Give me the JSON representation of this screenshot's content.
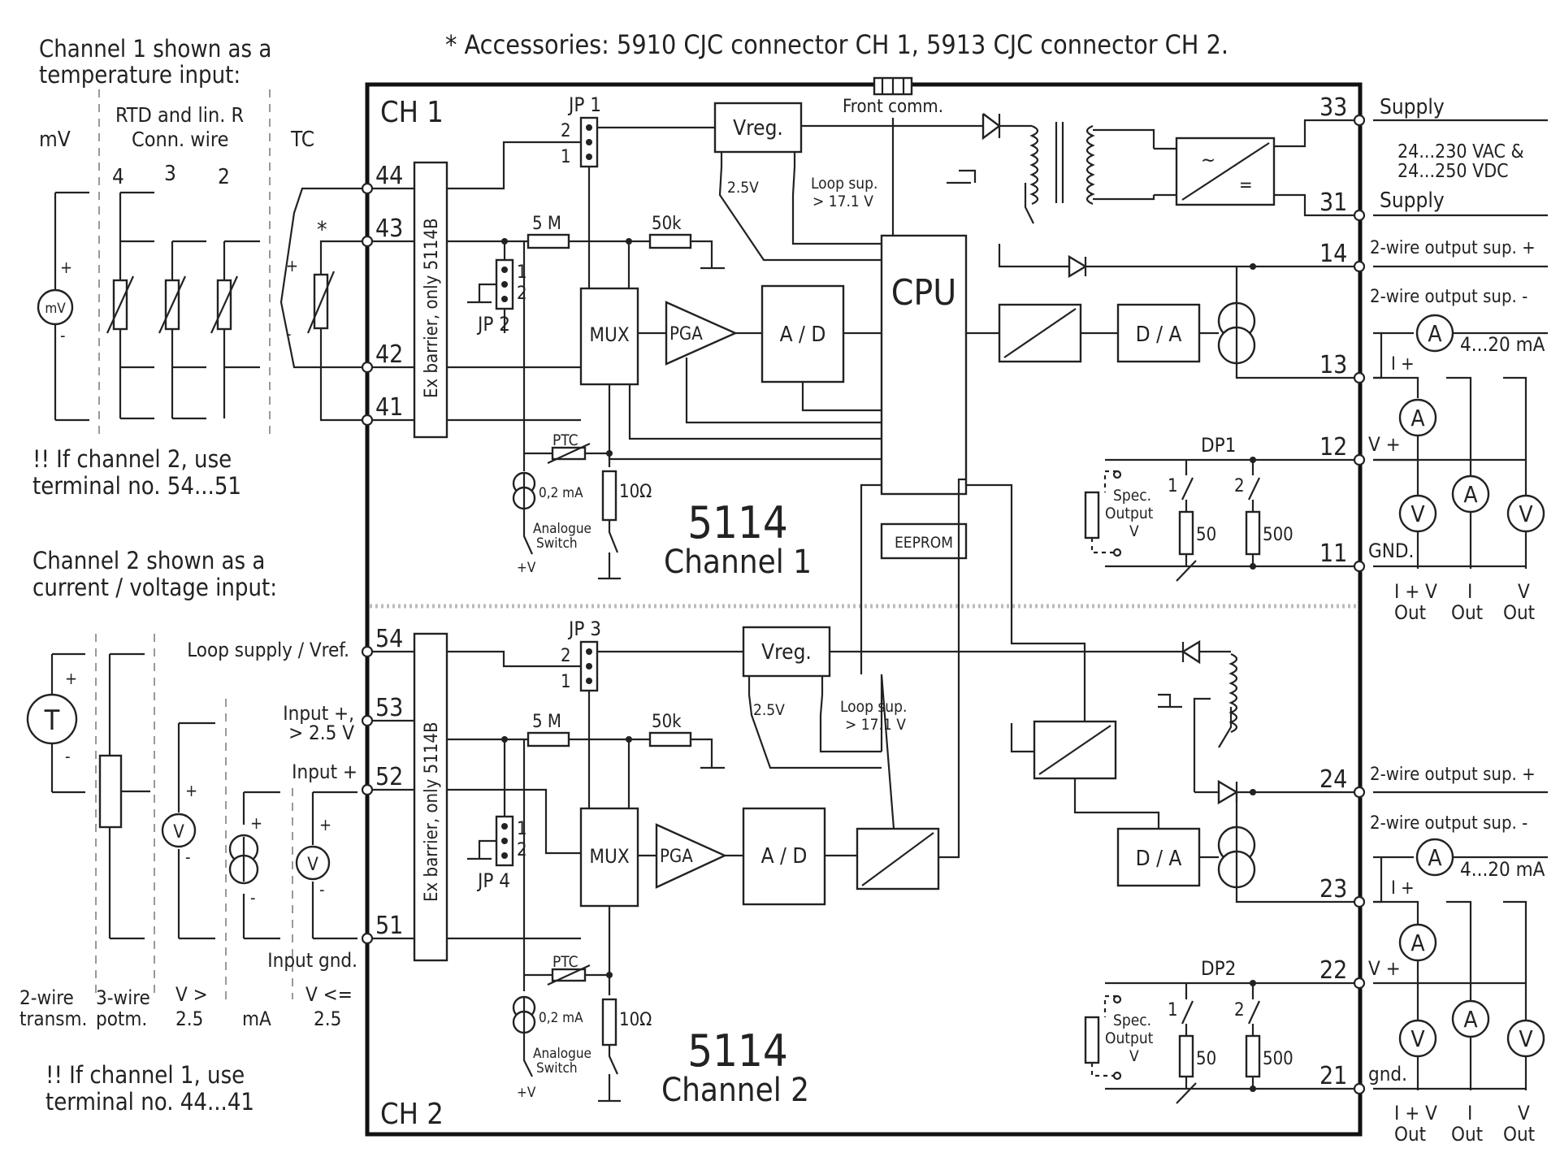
{
  "header": {
    "accessories": "* Accessories: 5910 CJC connector CH 1, 5913 CJC connector CH 2."
  },
  "left": {
    "ch1_title_1": "Channel 1 shown as a",
    "ch1_title_2": "temperature input:",
    "mv": "mV",
    "rtd_1": "RTD and lin. R",
    "rtd_2": "Conn. wire",
    "tc": "TC",
    "wire4": "4",
    "wire3": "3",
    "wire2": "2",
    "mv_symbol": "mV",
    "note1_1": "!! If channel 2, use",
    "note1_2": "terminal no. 54...51",
    "ch2_title_1": "Channel 2 shown as a",
    "ch2_title_2": "current / voltage input:",
    "t_symbol": "T",
    "v_symbol": "V",
    "loop_supply": "Loop supply / Vref.",
    "input_plus_25": "Input +,",
    "input_plus_25b": "> 2.5 V",
    "input_plus": "Input +",
    "input_gnd": "Input gnd.",
    "col_2wire_1": "2-wire",
    "col_2wire_2": "transm.",
    "col_3wire_1": "3-wire",
    "col_3wire_2": "potm.",
    "col_vgt_1": "V >",
    "col_vgt_2": "2.5",
    "col_ma": "mA",
    "col_vle_1": "V <=",
    "col_vle_2": "2.5",
    "note2_1": "!! If channel 1, use",
    "note2_2": "terminal no. 44...41"
  },
  "module": {
    "ch1": "CH 1",
    "ch2": "CH 2",
    "front_comm": "Front comm.",
    "jp1": "JP 1",
    "jp2": "JP 2",
    "jp3": "JP 3",
    "jp4": "JP 4",
    "ex_barrier": "Ex barrier, only 5114B",
    "vreg": "Vreg.",
    "v25": "2.5V",
    "loop_sup_1": "Loop sup.",
    "loop_sup_2": "> 17.1 V",
    "res_5m": "5 M",
    "res_50k": "50k",
    "mux": "MUX",
    "pga": "PGA",
    "ad": "A / D",
    "cpu": "CPU",
    "eeprom": "EEPROM",
    "da": "D / A",
    "ptc": "PTC",
    "i02ma": "0,2 mA",
    "r10": "10Ω",
    "analogue_1": "Analogue",
    "analogue_2": "Switch",
    "plus_v": "+V",
    "model": "5114",
    "channel1": "Channel 1",
    "channel2": "Channel 2",
    "dp1": "DP1",
    "dp2": "DP2",
    "spec_1": "Spec.",
    "spec_2": "Output",
    "spec_3": "V",
    "r50": "50",
    "r500": "500",
    "sw1": "1",
    "sw2": "2",
    "jp_pin1": "1",
    "jp_pin2": "2"
  },
  "terminals": {
    "t44": "44",
    "t43": "43",
    "t42": "42",
    "t41": "41",
    "t54": "54",
    "t53": "53",
    "t52": "52",
    "t51": "51",
    "t33": "33",
    "t31": "31",
    "t14": "14",
    "t13": "13",
    "t12": "12",
    "t11": "11",
    "t24": "24",
    "t23": "23",
    "t22": "22",
    "t21": "21"
  },
  "right": {
    "supply": "Supply",
    "supply_range_1": "24...230 VAC &",
    "supply_range_2": "24...250 VDC",
    "sup_plus_1": "2-wire output sup. +",
    "sup_minus_1": "2-wire output sup. -",
    "ma_range": "4...20 mA",
    "i_plus": "I +",
    "v_plus": "V +",
    "gnd_upper": "GND.",
    "gnd_lower": "gnd.",
    "a_symbol": "A",
    "v_symbol": "V",
    "out_iv_1": "I + V",
    "out_i_1": "I",
    "out_v_1": "V",
    "out": "Out"
  }
}
